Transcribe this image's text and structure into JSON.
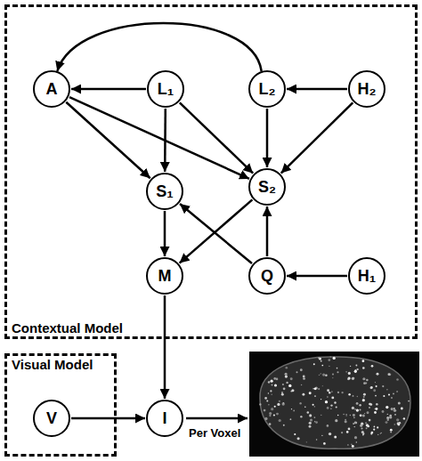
{
  "diagram": {
    "nodes": [
      {
        "text": [
          "Contextual Model"
        ]
      },
      {
        "text": [
          "A"
        ],
        "in": 0
      },
      {
        "text": [
          "L₁"
        ],
        "in": 0
      },
      {
        "text": [
          "L₂"
        ],
        "in": 0
      },
      {
        "text": [
          "H₂"
        ],
        "in": 0
      },
      {
        "text": [
          "S₁"
        ],
        "in": 0
      },
      {
        "text": [
          "S₂"
        ],
        "in": 0
      },
      {
        "text": [
          "M"
        ],
        "in": 0
      },
      {
        "text": [
          "Q"
        ],
        "in": 0
      },
      {
        "text": [
          "H₁"
        ],
        "in": 0
      },
      {
        "text": [
          "Visual Model"
        ]
      },
      {
        "text": [
          "V"
        ],
        "in": 10
      },
      {
        "text": [
          "I"
        ]
      }
    ],
    "edges": [
      {
        "from": 2,
        "to": 1,
        "arrow": "to"
      },
      {
        "from": 4,
        "to": 3,
        "arrow": "to"
      },
      {
        "from": 3,
        "to": 1,
        "arrow": "to"
      },
      {
        "from": 1,
        "to": 5,
        "arrow": "to"
      },
      {
        "from": 1,
        "to": 6,
        "arrow": "to"
      },
      {
        "from": 2,
        "to": 5,
        "arrow": "to"
      },
      {
        "from": 2,
        "to": 6,
        "arrow": "to"
      },
      {
        "from": 3,
        "to": 6,
        "arrow": "to"
      },
      {
        "from": 4,
        "to": 6,
        "arrow": "to"
      },
      {
        "from": 5,
        "to": 7,
        "arrow": "to"
      },
      {
        "from": 6,
        "to": 7,
        "arrow": "to"
      },
      {
        "from": 8,
        "to": 5,
        "arrow": "to"
      },
      {
        "from": 8,
        "to": 6,
        "arrow": "to"
      },
      {
        "from": 9,
        "to": 8,
        "arrow": "to"
      },
      {
        "from": 7,
        "to": 12,
        "arrow": "to"
      },
      {
        "from": 11,
        "to": 12,
        "arrow": "to"
      }
    ],
    "labels": [
      "Per Voxel"
    ]
  }
}
